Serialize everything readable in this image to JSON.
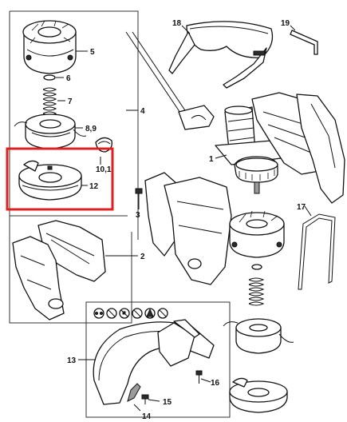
{
  "diagram": {
    "highlight_color": "#e02020",
    "callouts": [
      {
        "id": "c5",
        "text": "5"
      },
      {
        "id": "c6",
        "text": "6"
      },
      {
        "id": "c7",
        "text": "7"
      },
      {
        "id": "c89",
        "text": "8,9"
      },
      {
        "id": "c4",
        "text": "4"
      },
      {
        "id": "c101",
        "text": "10,1"
      },
      {
        "id": "c12",
        "text": "12"
      },
      {
        "id": "c3",
        "text": "3"
      },
      {
        "id": "c2",
        "text": "2"
      },
      {
        "id": "c18",
        "text": "18"
      },
      {
        "id": "c19",
        "text": "19"
      },
      {
        "id": "c1",
        "text": "1"
      },
      {
        "id": "c17",
        "text": "17"
      },
      {
        "id": "c13",
        "text": "13"
      },
      {
        "id": "c14",
        "text": "14"
      },
      {
        "id": "c15",
        "text": "15"
      },
      {
        "id": "c16",
        "text": "16"
      }
    ],
    "icons": [
      "eye-protection-icon",
      "no-blade-icon",
      "no-hand-icon",
      "no-sharp-icon",
      "caution-icon",
      "no-fence-icon"
    ]
  }
}
